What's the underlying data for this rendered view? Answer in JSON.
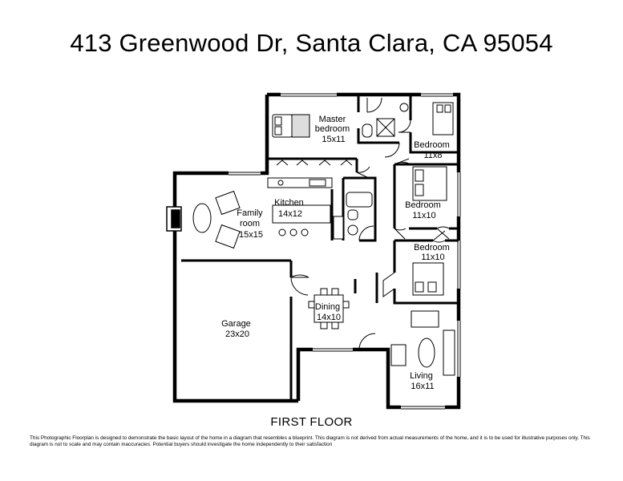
{
  "header": {
    "address": "413 Greenwood Dr, Santa Clara, CA 95054"
  },
  "rooms": [
    {
      "name": "Master\nbedroom",
      "size": "15x11"
    },
    {
      "name": "Bedroom",
      "size": "11x8"
    },
    {
      "name": "Bedroom",
      "size": "11x10"
    },
    {
      "name": "Bedroom",
      "size": "11x10"
    },
    {
      "name": "Kitchen",
      "size": "14x12"
    },
    {
      "name": "Family\nroom",
      "size": "15x15"
    },
    {
      "name": "Dining",
      "size": "14x10"
    },
    {
      "name": "Garage",
      "size": "23x20"
    },
    {
      "name": "Living",
      "size": "16x11"
    }
  ],
  "footer": {
    "floor": "FIRST FLOOR",
    "disclaimer": "This Photographic Floorplan is designed to demonstrate the basic layout of the home in a diagram that resembles a blueprint. This diagram is not derived from actual measurements of the home, and it is to be used for illustrative purposes only. This diagram is not to scale and may contain inaccuracies. Potential buyers should investigate the home independently to their satisfaction"
  }
}
